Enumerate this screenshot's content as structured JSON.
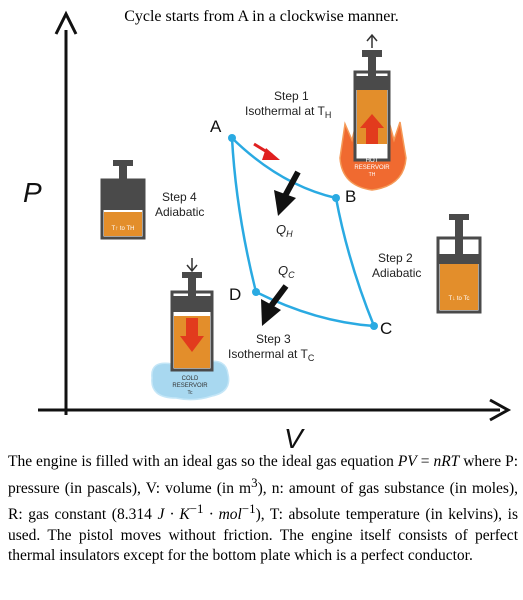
{
  "caption": "Cycle starts from A in a clockwise manner.",
  "axes": {
    "y_label": "P",
    "x_label": "V"
  },
  "points": {
    "a": "A",
    "b": "B",
    "c": "C",
    "d": "D"
  },
  "steps": {
    "step1": {
      "title": "Step 1",
      "desc": "Isothermal at T",
      "sub": "H"
    },
    "step2": {
      "title": "Step 2",
      "desc": "Adiabatic"
    },
    "step3": {
      "title": "Step 3",
      "desc": "Isothermal at T",
      "sub": "C"
    },
    "step4": {
      "title": "Step 4",
      "desc": "Adiabatic"
    }
  },
  "heat": {
    "qh": "Q",
    "qh_sub": "H",
    "qc": "Q",
    "qc_sub": "C"
  },
  "pistons": {
    "hot_reservoir_line1": "HOT",
    "hot_reservoir_line2": "RESERVOIR",
    "hot_reservoir_sub": "TH",
    "cold_reservoir_line1": "COLD",
    "cold_reservoir_line2": "RESERVOIR",
    "cold_reservoir_sub": "Tc",
    "step4_label": "T",
    "step4_label_tail": " to TH",
    "step2_label": "T",
    "step2_label_tail": " to Tc"
  },
  "colors": {
    "cycle": "#2aaae2",
    "arrow_red": "#e02020",
    "piston_fill": "#e38e2b",
    "piston_dark": "#4a4a4a",
    "hot": "#f06a30",
    "cold": "#a8d8f0"
  },
  "description": {
    "p1": "The engine is filled with an ideal gas so the ideal gas equation ",
    "eq1": "PV",
    "p2": " = ",
    "eq2": "nRT",
    "p3": " where P: pressure (in pascals), V: volume (in m",
    "sup3": "3",
    "p4": "), n: amount of gas substance (in moles), R: gas constant (8.314 ",
    "units": "J · K",
    "units_sup": "−1",
    "units2": " · mol",
    "units2_sup": "−1",
    "p5": "), T: absolute temperature (in kelvins), is used. The pistol moves without friction. The engine itself consists of perfect thermal insulators except for the bottom plate which is a perfect conductor."
  }
}
